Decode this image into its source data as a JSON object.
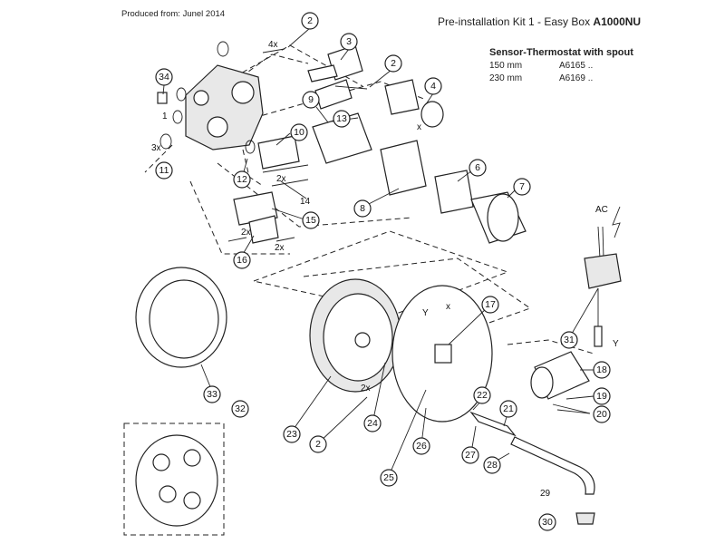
{
  "produced_from": "Produced from: Junel 2014",
  "title": {
    "prefix": "Pre-installation Kit 1 -  Easy Box ",
    "model": "A1000NU"
  },
  "spec": {
    "heading": "Sensor-Thermostat with spout",
    "rows": [
      {
        "length": "150 mm",
        "code": "A6165 .."
      },
      {
        "length": "230 mm",
        "code": "A6169 .."
      }
    ]
  },
  "callouts": [
    "2",
    "3",
    "2",
    "4",
    "34",
    "1",
    "9",
    "13",
    "10",
    "3x",
    "11",
    "12",
    "2x",
    "14",
    "15",
    "16",
    "2x",
    "2x",
    "6",
    "8",
    "7",
    "2x",
    "17",
    "33",
    "32",
    "23",
    "2",
    "24",
    "26",
    "25",
    "22",
    "21",
    "27",
    "28",
    "29",
    "30",
    "31",
    "18",
    "19",
    "20"
  ],
  "labels": {
    "qty_4x": "4x",
    "x_mark": "x",
    "ac": "AC",
    "y_mark": "Y",
    "y_mark_2": "Y",
    "x_mark_2": "x",
    "one": "1"
  }
}
